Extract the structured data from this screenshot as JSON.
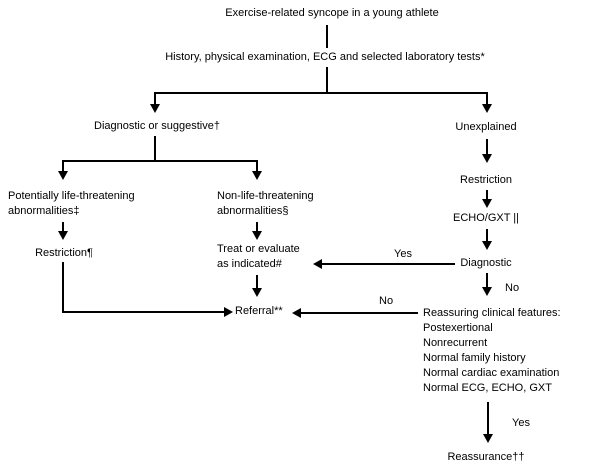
{
  "colors": {
    "background": "#ffffff",
    "line": "#000000",
    "text": "#000000"
  },
  "nodes": {
    "root": "Exercise-related syncope in a young athlete",
    "workup": "History, physical examination, ECG and selected laboratory tests*",
    "diagnostic_or_suggestive": "Diagnostic or suggestive†",
    "unexplained": "Unexplained",
    "life_threatening": {
      "line1": "Potentially life-threatening",
      "line2": "abnormalities‡"
    },
    "non_life_threatening": {
      "line1": "Non-life-threatening",
      "line2": "abnormalities§"
    },
    "restriction_left": "Restriction¶",
    "treat_or_evaluate": {
      "line1": "Treat or evaluate",
      "line2": "as indicated#"
    },
    "referral": "Referral**",
    "restriction_right": "Restriction",
    "echo_gxt": "ECHO/GXT ||",
    "diagnostic_echo": "Diagnostic",
    "reassuring": {
      "header": "Reassuring clinical features:",
      "items": [
        "Postexertional",
        "Nonrecurrent",
        "Normal family history",
        "Normal cardiac examination",
        "Normal ECG, ECHO, GXT"
      ]
    },
    "reassurance": "Reassurance††"
  },
  "edge_labels": {
    "diagnostic_yes": "Yes",
    "diagnostic_no": "No",
    "reassuring_no": "No",
    "reassuring_yes": "Yes"
  }
}
